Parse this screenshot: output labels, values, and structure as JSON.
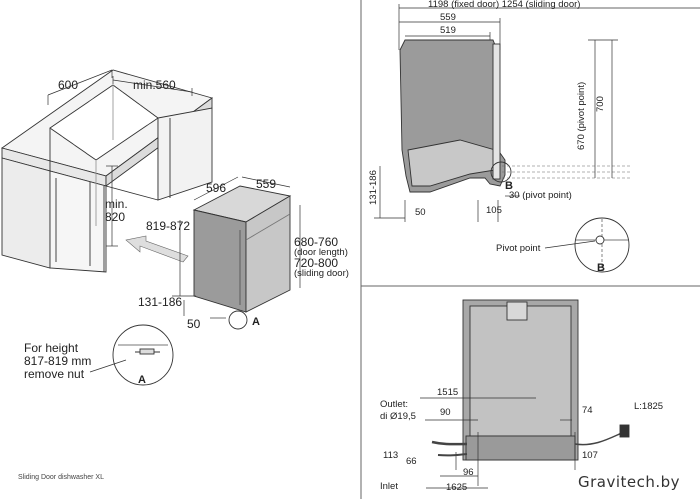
{
  "iso": {
    "cab_depth": "600",
    "cab_width": "min.560",
    "cab_height": "min.\n820",
    "dw_width": "596",
    "dw_depth": "559",
    "dw_height": "819-872",
    "door_length_value": "680-760",
    "door_length_note": "(door length)",
    "sliding_value": "720-800",
    "sliding_note": "(sliding door)",
    "plinth": "131-186",
    "toe": "50",
    "detail_marker": "A",
    "note_line1": "For height",
    "note_line2": "817-819 mm",
    "note_line3": "remove nut",
    "note_marker": "A",
    "caption": "Sliding Door dishwasher XL"
  },
  "side": {
    "top_dim": "1198 (fixed door)  1254 (sliding door)",
    "d559": "559",
    "d519": "519",
    "d670": "670 (pivot point)",
    "d700": "700",
    "d131": "131-186",
    "d50": "50",
    "d105": "105",
    "d30": "30 (pivot point)",
    "marker_b": "B",
    "pivot_label": "Pivot point",
    "detail_b": "B"
  },
  "front": {
    "outlet_label": "Outlet:",
    "outlet_dia": "di Ø19,5",
    "d1515": "1515",
    "d90": "90",
    "d74": "74",
    "cable": "L:1825",
    "d113": "113",
    "d66": "66",
    "d96": "96",
    "d107": "107",
    "inlet_label": "Inlet",
    "d1625": "1625"
  },
  "watermark": "Gravitech.by"
}
